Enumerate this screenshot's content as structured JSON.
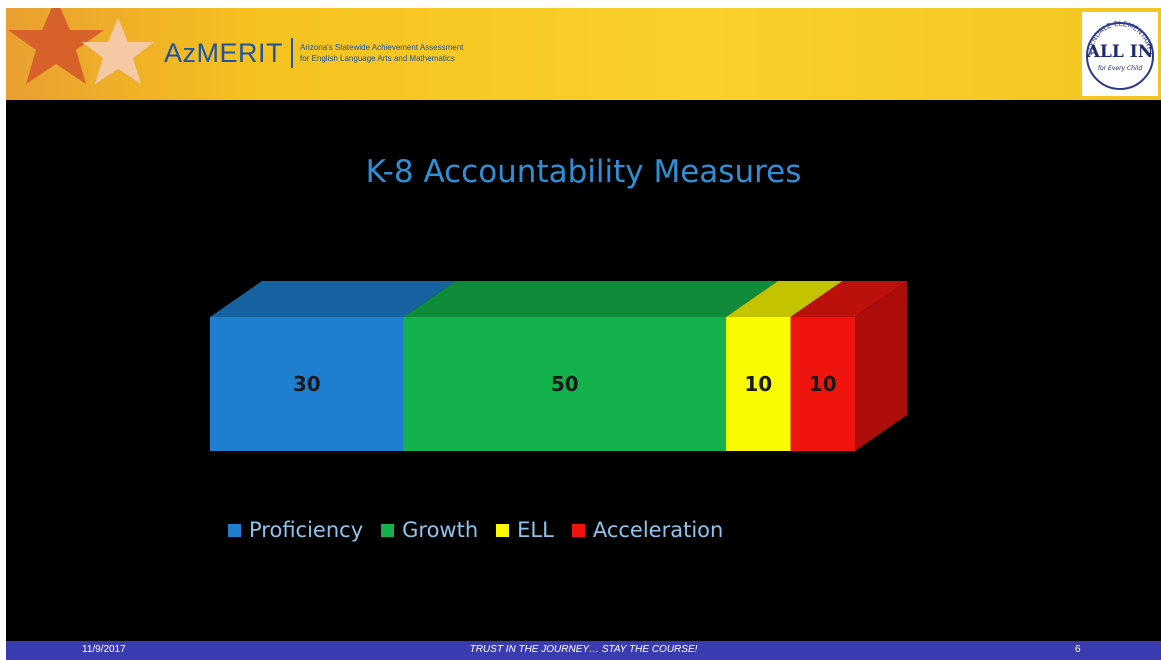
{
  "banner": {
    "logo_text": "AzMERIT",
    "logo_subline_1": "Arizona's Statewide Achievement Assessment",
    "logo_subline_2": "for English Language Arts and Mathematics",
    "seal_text": "GLENDALE ELEMENTARY SCHOOL DISTRICT",
    "seal_center": "ALL IN",
    "seal_small": "for Every Child"
  },
  "chart_data": {
    "type": "bar",
    "stacked": true,
    "orientation": "horizontal",
    "title": "K-8 Accountability Measures",
    "xlabel": "",
    "ylabel": "",
    "legend_position": "bottom",
    "series": [
      {
        "name": "Proficiency",
        "values": [
          30
        ],
        "color": "#1e7fd0"
      },
      {
        "name": "Growth",
        "values": [
          50
        ],
        "color": "#13b24c"
      },
      {
        "name": "ELL",
        "values": [
          10
        ],
        "color": "#fafa00"
      },
      {
        "name": "Acceleration",
        "values": [
          10
        ],
        "color": "#f0140f"
      }
    ]
  },
  "footer": {
    "date": "11/9/2017",
    "tagline": "TRUST IN THE JOURNEY… STAY THE COURSE!",
    "page": "6"
  }
}
